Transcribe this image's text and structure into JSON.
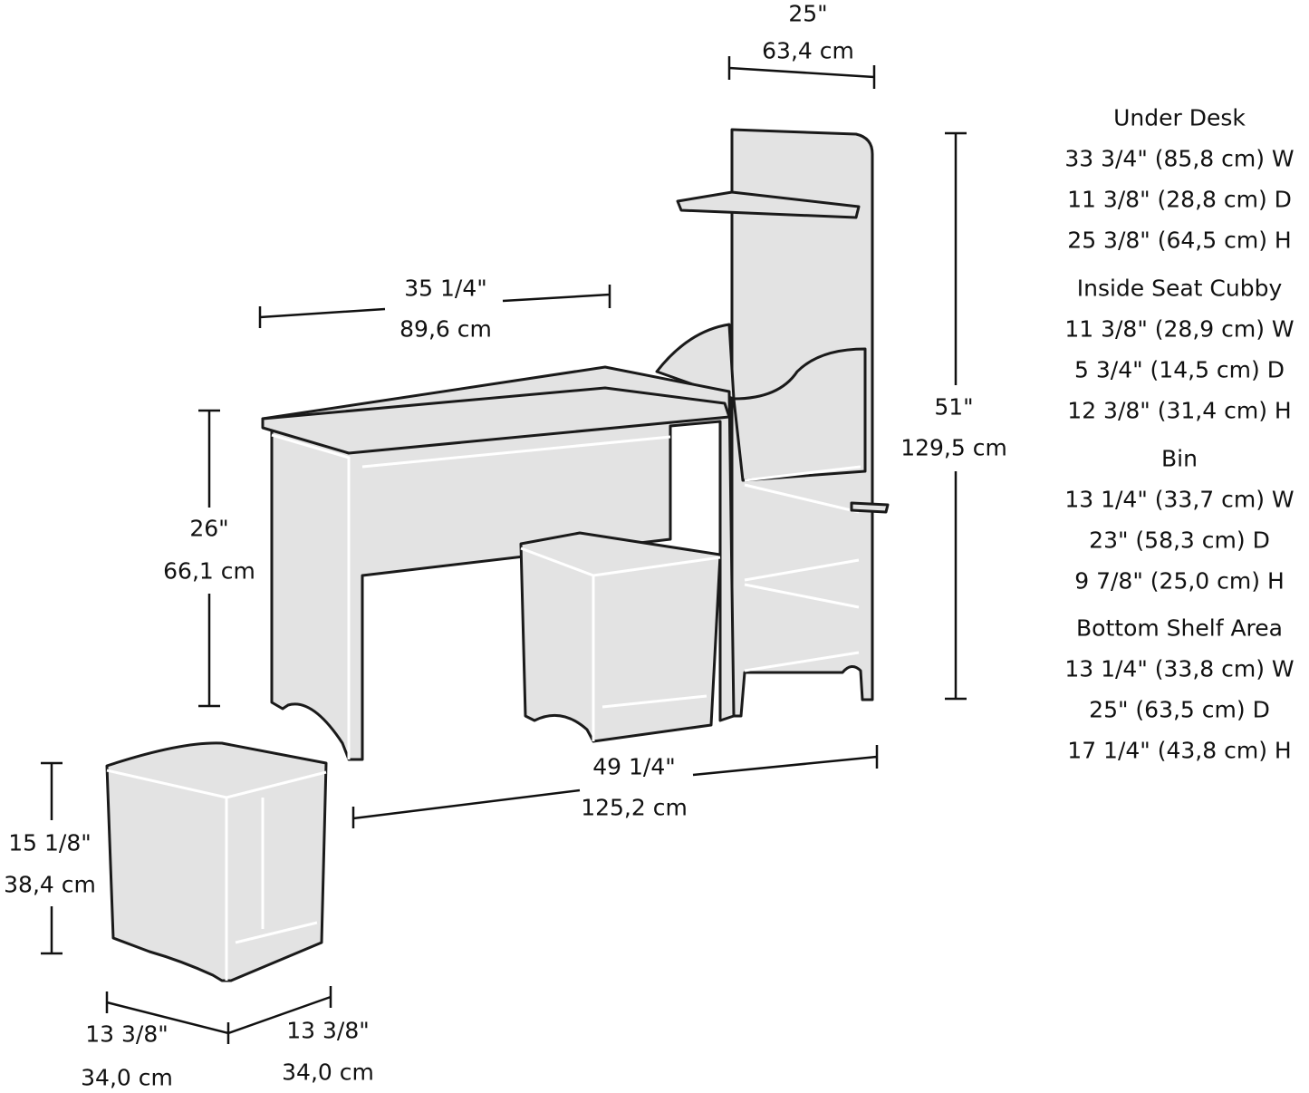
{
  "dimensions": {
    "tower_width": {
      "in": "25\"",
      "cm": "63,4 cm"
    },
    "desk_width": {
      "in": "35 1/4\"",
      "cm": "89,6 cm"
    },
    "desk_height": {
      "in": "26\"",
      "cm": "66,1 cm"
    },
    "tower_height": {
      "in": "51\"",
      "cm": "129,5 cm"
    },
    "total_width": {
      "in": "49 1/4\"",
      "cm": "125,2 cm"
    },
    "stool_height": {
      "in": "15 1/8\"",
      "cm": "38,4 cm"
    },
    "stool_width": {
      "in": "13 3/8\"",
      "cm": "34,0 cm"
    },
    "stool_depth": {
      "in": "13 3/8\"",
      "cm": "34,0 cm"
    }
  },
  "specs": [
    {
      "title": "Under Desk",
      "lines": [
        "33 3/4\" (85,8 cm) W",
        "11 3/8\" (28,8 cm) D",
        "25 3/8\" (64,5 cm) H"
      ]
    },
    {
      "title": "Inside Seat Cubby",
      "lines": [
        "11 3/8\" (28,9 cm) W",
        "5 3/4\" (14,5 cm) D",
        "12 3/8\" (31,4 cm) H"
      ]
    },
    {
      "title": "Bin",
      "lines": [
        "13 1/4\" (33,7 cm) W",
        "23\" (58,3 cm) D",
        "9 7/8\" (25,0 cm) H"
      ]
    },
    {
      "title": "Bottom Shelf Area",
      "lines": [
        "13 1/4\" (33,8 cm) W",
        "25\" (63,5 cm) D",
        "17 1/4\" (43,8 cm) H"
      ]
    }
  ]
}
